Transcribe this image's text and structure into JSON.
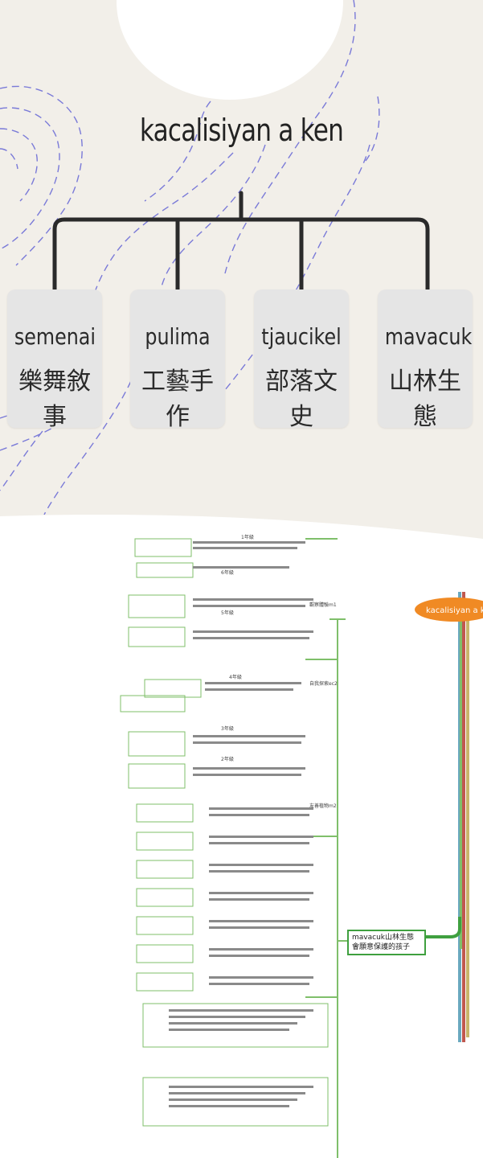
{
  "header": {
    "title": "kacalisiyan a ken"
  },
  "categories": [
    {
      "id": "semenai",
      "en": "semenai",
      "zh": "樂舞敘事"
    },
    {
      "id": "pulima",
      "en": "pulima",
      "zh": "工藝手作"
    },
    {
      "id": "tjaucikel",
      "en": "tjaucikel",
      "zh": "部落文史"
    },
    {
      "id": "mavacuk",
      "en": "mavacuk",
      "zh": "山林生態"
    }
  ],
  "mindmap": {
    "center": "kacalisiyan a ken",
    "branch_label_top": "mavacuk山林生態",
    "branch_label_bottom": "會願意保護的孩子",
    "node_ec": "自我探索ec2",
    "node_m1": "觀察體驗m1",
    "node_m2": "友善植物m2",
    "grades": [
      "6年級",
      "5年級",
      "4年級",
      "3年級",
      "2年級",
      "1年級"
    ]
  },
  "colors": {
    "accent_orange": "#f08a24",
    "branch_green": "#7fbf6a",
    "branch_blue": "#6aa9bf",
    "branch_red": "#c0584f",
    "branch_tan": "#c8b56a"
  }
}
